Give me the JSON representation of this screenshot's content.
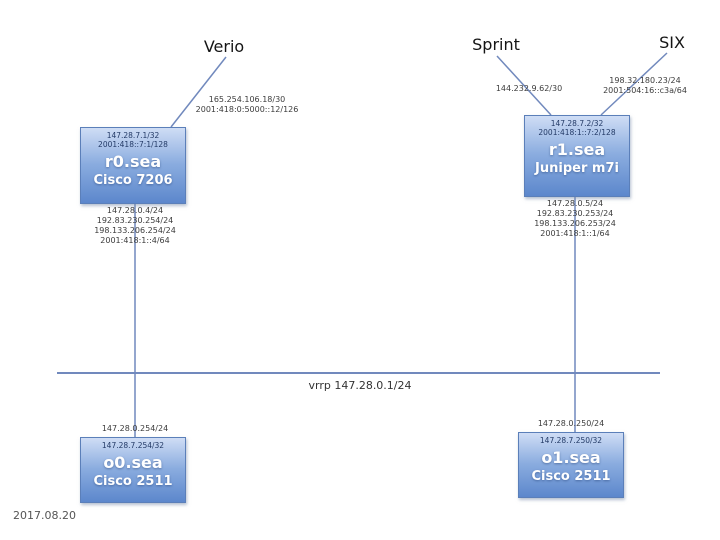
{
  "diagram": {
    "date": "2017.08.20",
    "bus_label": "vrrp 147.28.0.1/24"
  },
  "colors": {
    "node_fill_top": "#cfddf5",
    "node_fill_bottom": "#5c87cc",
    "node_border": "#5b7fb9",
    "link_line": "#7189bd"
  },
  "uplinks": {
    "verio": {
      "label": "Verio",
      "addr1": "165.254.106.18/30",
      "addr2": "2001:418:0:5000::12/126"
    },
    "sprint": {
      "label": "Sprint",
      "addr1": "144.232.9.62/30"
    },
    "six": {
      "label": "SIX",
      "addr1": "198.32.180.23/24",
      "addr2": "2001:504:16::c3a/64"
    }
  },
  "routers": {
    "r0": {
      "loop1": "147.28.7.1/32",
      "loop2": "2001:418::7:1/128",
      "name": "r0.sea",
      "model": "Cisco 7206",
      "lan": [
        "147.28.0.4/24",
        "192.83.230.254/24",
        "198.133.206.254/24",
        "2001:418:1::4/64"
      ]
    },
    "r1": {
      "loop1": "147.28.7.2/32",
      "loop2": "2001:418:1::7:2/128",
      "name": "r1.sea",
      "model": "Juniper m7i",
      "lan": [
        "147.28.0.5/24",
        "192.83.230.253/24",
        "198.133.206.253/24",
        "2001:418:1::1/64"
      ]
    }
  },
  "consoles": {
    "o0": {
      "lan": "147.28.0.254/24",
      "loop": "147.28.7.254/32",
      "name": "o0.sea",
      "model": "Cisco 2511"
    },
    "o1": {
      "lan": "147.28.0.250/24",
      "loop": "147.28.7.250/32",
      "name": "o1.sea",
      "model": "Cisco 2511"
    }
  }
}
